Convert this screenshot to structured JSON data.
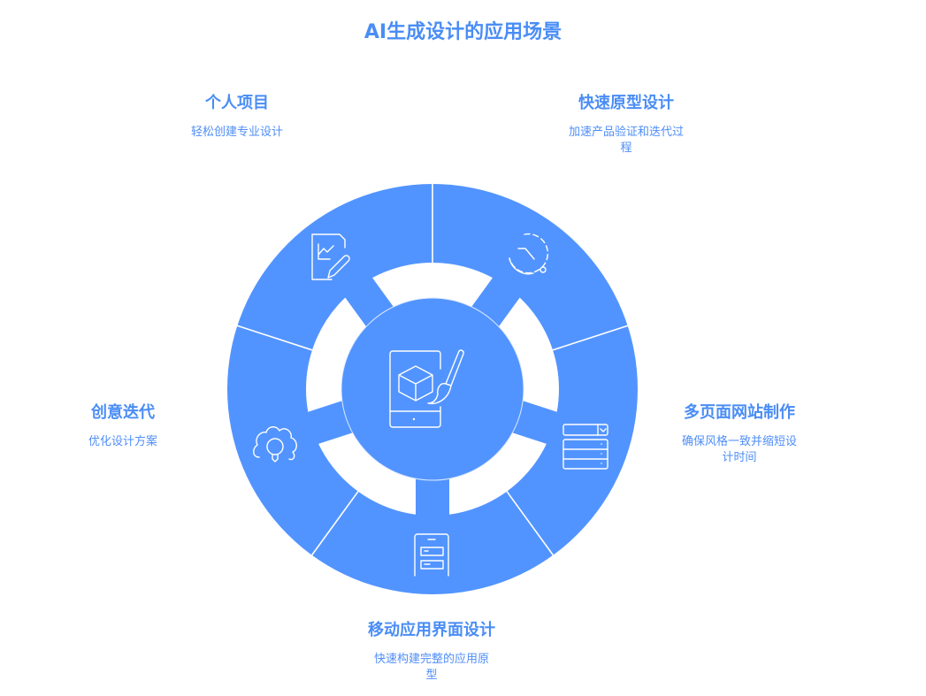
{
  "title": "AI生成设计的应用场景",
  "colors": {
    "primary": "#5294ff",
    "text": "#4a8df5"
  },
  "center": {
    "icon": "mobile-design-brush-icon"
  },
  "segments": [
    {
      "title": "快速原型设计",
      "desc": "加速产品验证和迭代过程",
      "icon": "timer-icon"
    },
    {
      "title": "多页面网站制作",
      "desc": "确保风格一致并缩短设计时间",
      "icon": "stacked-layout-icon"
    },
    {
      "title": "移动应用界面设计",
      "desc": "快速构建完整的应用原型",
      "icon": "mobile-screen-icon"
    },
    {
      "title": "创意迭代",
      "desc": "优化设计方案",
      "icon": "gear-bulb-icon"
    },
    {
      "title": "个人项目",
      "desc": "轻松创建专业设计",
      "icon": "document-chart-pen-icon"
    }
  ]
}
